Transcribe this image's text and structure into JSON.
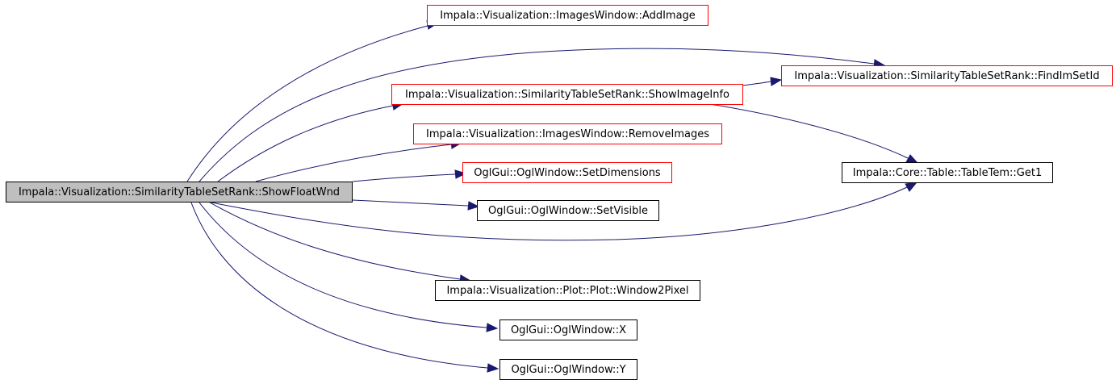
{
  "diagram": {
    "root": {
      "label": "Impala::Visualization::SimilarityTableSetRank::ShowFloatWnd"
    },
    "nodes": {
      "add_image": {
        "label": "Impala::Visualization::ImagesWindow::AddImage"
      },
      "find_im_set_id": {
        "label": "Impala::Visualization::SimilarityTableSetRank::FindImSetId"
      },
      "show_image_info": {
        "label": "Impala::Visualization::SimilarityTableSetRank::ShowImageInfo"
      },
      "remove_images": {
        "label": "Impala::Visualization::ImagesWindow::RemoveImages"
      },
      "set_dimensions": {
        "label": "OglGui::OglWindow::SetDimensions"
      },
      "get1": {
        "label": "Impala::Core::Table::TableTem::Get1"
      },
      "set_visible": {
        "label": "OglGui::OglWindow::SetVisible"
      },
      "window2pixel": {
        "label": "Impala::Visualization::Plot::Plot::Window2Pixel"
      },
      "x": {
        "label": "OglGui::OglWindow::X"
      },
      "y": {
        "label": "OglGui::OglWindow::Y"
      }
    },
    "colors": {
      "edge": "#191970",
      "linked_border": "#ff0000",
      "plain_border": "#000000",
      "root_fill": "#bfbfbf"
    }
  }
}
